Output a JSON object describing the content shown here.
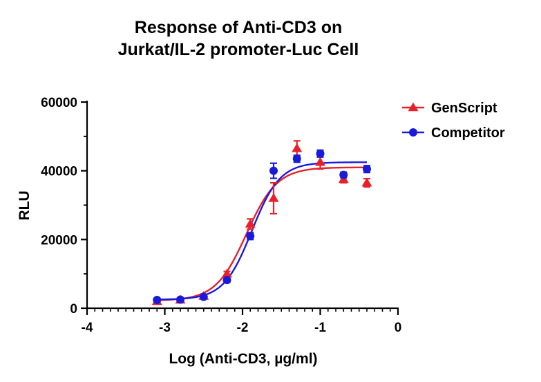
{
  "chart_data": {
    "type": "scatter",
    "title_line1": "Response of Anti-CD3 on",
    "title_line2": "Jurkat/IL-2 promoter-Luc Cell",
    "xlabel": "Log (Anti-CD3, µg/ml)",
    "ylabel": "RLU",
    "xlim": [
      -4,
      0
    ],
    "ylim": [
      0,
      60000
    ],
    "x_ticks": [
      -4,
      -3,
      -2,
      -1,
      0
    ],
    "x_tick_labels": [
      "-4",
      "-3",
      "-2",
      "-1",
      "0"
    ],
    "y_ticks": [
      0,
      20000,
      40000,
      60000
    ],
    "y_tick_labels": [
      "0",
      "20000",
      "40000",
      "60000"
    ],
    "grid": false,
    "legend_position": "top-right",
    "series": [
      {
        "name": "GenScript",
        "color": "#e8202a",
        "marker": "triangle",
        "x": [
          -3.1,
          -2.8,
          -2.5,
          -2.2,
          -1.9,
          -1.6,
          -1.3,
          -1.0,
          -0.7,
          -0.4
        ],
        "y": [
          2000,
          2400,
          3500,
          10000,
          24500,
          32000,
          46500,
          42500,
          37500,
          36500
        ],
        "err": [
          300,
          300,
          400,
          700,
          1500,
          4500,
          2200,
          2000,
          1000,
          1200
        ],
        "fit": {
          "bottom": 2200,
          "top": 41000,
          "logEC50": -1.95,
          "hill": 2.2
        }
      },
      {
        "name": "Competitor",
        "color": "#1a1adb",
        "marker": "circle",
        "x": [
          -3.1,
          -2.8,
          -2.5,
          -2.2,
          -1.9,
          -1.6,
          -1.3,
          -1.0,
          -0.7,
          -0.4
        ],
        "y": [
          2400,
          2500,
          3300,
          8200,
          21000,
          40000,
          43500,
          45000,
          38800,
          40500
        ],
        "err": [
          300,
          300,
          400,
          700,
          1000,
          2200,
          1000,
          1000,
          800,
          1000
        ],
        "fit": {
          "bottom": 2500,
          "top": 42500,
          "logEC50": -1.88,
          "hill": 2.4
        }
      }
    ]
  }
}
